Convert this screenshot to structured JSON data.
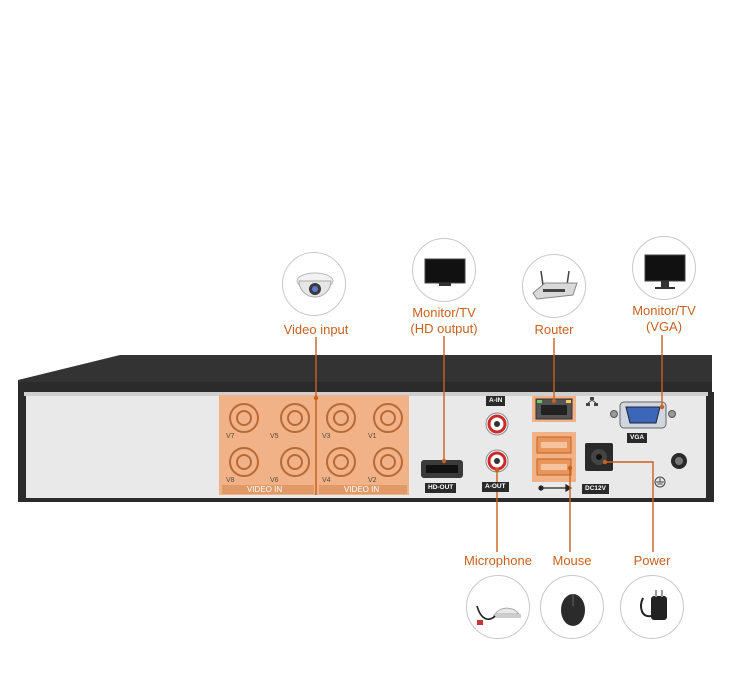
{
  "callouts": {
    "video_input": "Video input",
    "monitor_hd_line1": "Monitor/TV",
    "monitor_hd_line2": "(HD output)",
    "router": "Router",
    "monitor_vga_line1": "Monitor/TV",
    "monitor_vga_line2": "(VGA)",
    "microphone": "Microphone",
    "mouse": "Mouse",
    "power": "Power"
  },
  "panel": {
    "video_in_left": "VIDEO IN",
    "video_in_right": "VIDEO IN",
    "ch": {
      "v1": "V1",
      "v2": "V2",
      "v3": "V3",
      "v4": "V4",
      "v5": "V5",
      "v6": "V6",
      "v7": "V7",
      "v8": "V8"
    },
    "a_in": "A-IN",
    "a_out": "A-OUT",
    "hd_out": "HD-OUT",
    "vga": "VGA",
    "dc12v": "DC12V"
  },
  "colors": {
    "accent": "#c8611f",
    "highlight": "#f0b286",
    "case_dark": "#2b2b2b",
    "panel": "#e9e9e9"
  },
  "icons": [
    "dome-camera-icon",
    "tv-icon",
    "router-icon",
    "monitor-icon",
    "microphone-icon",
    "mouse-icon",
    "power-adapter-icon",
    "usb-icon",
    "network-icon",
    "ground-icon"
  ]
}
